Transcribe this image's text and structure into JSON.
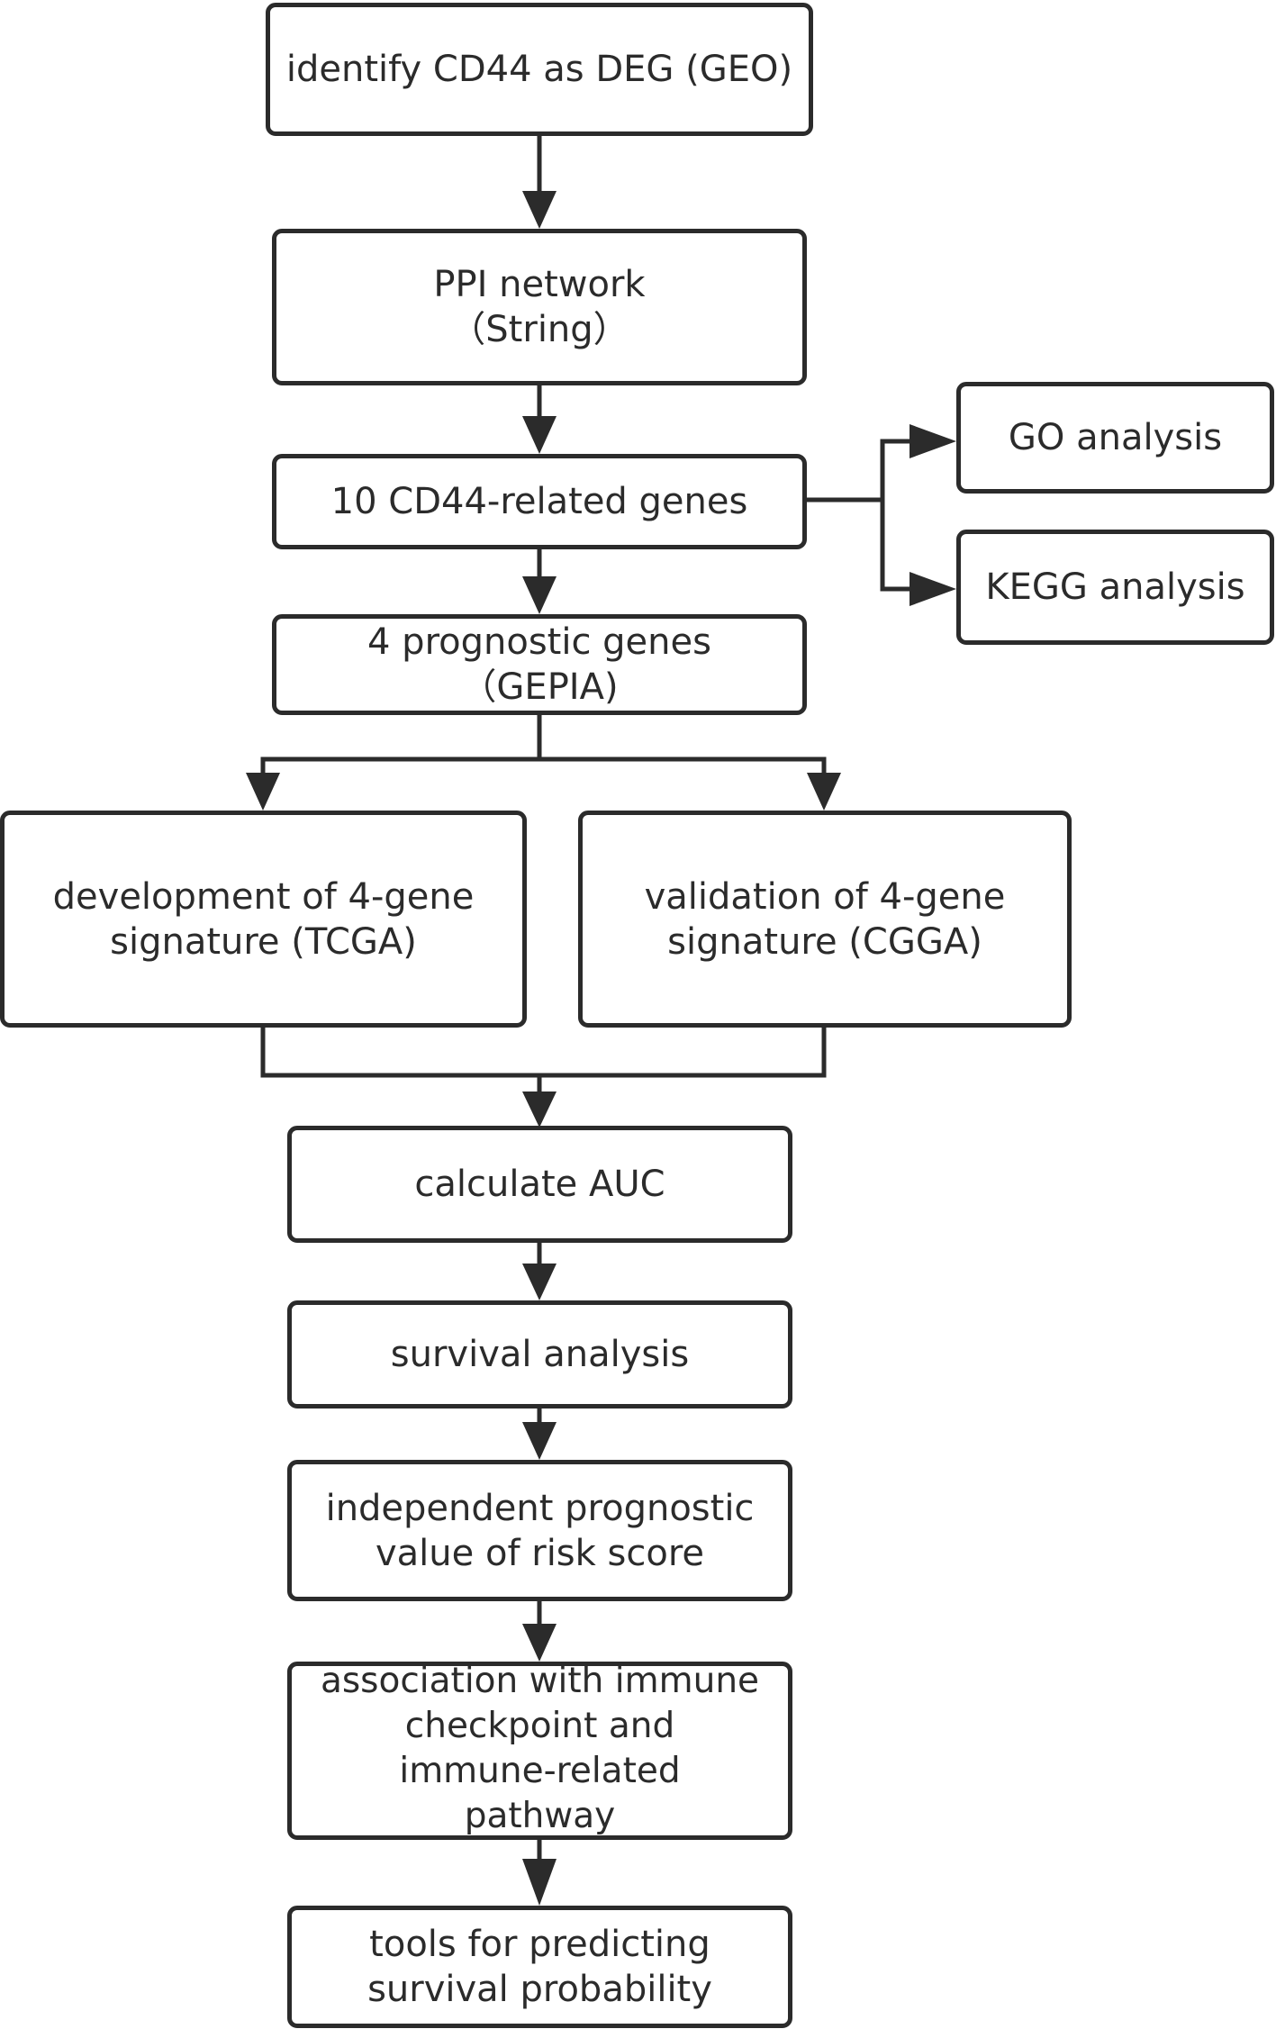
{
  "nodes": {
    "identify": {
      "lines": [
        "identify CD44 as DEG (GEO)"
      ]
    },
    "ppi": {
      "lines": [
        "PPI network",
        "（String）"
      ]
    },
    "related": {
      "lines": [
        "10 CD44-related genes"
      ]
    },
    "go": {
      "lines": [
        "GO analysis"
      ]
    },
    "kegg": {
      "lines": [
        "KEGG analysis"
      ]
    },
    "prognostic": {
      "lines": [
        "4 prognostic genes （GEPIA)"
      ]
    },
    "development": {
      "lines": [
        "development of 4-gene",
        "signature (TCGA)"
      ]
    },
    "validation": {
      "lines": [
        "validation of 4-gene",
        "signature (CGGA)"
      ]
    },
    "auc": {
      "lines": [
        "calculate AUC"
      ]
    },
    "survival": {
      "lines": [
        "survival analysis"
      ]
    },
    "independent": {
      "lines": [
        "independent prognostic",
        "value of risk score"
      ]
    },
    "immune": {
      "lines": [
        "association with immune",
        "checkpoint and",
        "immune-related",
        "pathway"
      ]
    },
    "tools": {
      "lines": [
        "tools for predicting",
        "survival probability"
      ]
    }
  },
  "colors": {
    "stroke": "#2b2b2b",
    "fill": "#ffffff"
  }
}
